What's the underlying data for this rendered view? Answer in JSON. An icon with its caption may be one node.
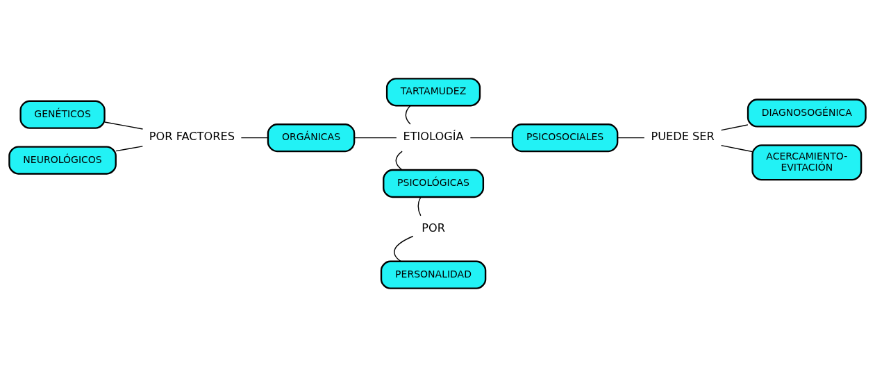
{
  "diagram": {
    "nodes": [
      {
        "text": [
          "TARTAMUDEZ"
        ]
      },
      {
        "text": [
          "GENÉTICOS"
        ]
      },
      {
        "text": [
          "DIAGNOSOGÉNICA"
        ]
      },
      {
        "text": [
          "POR FACTORES"
        ]
      },
      {
        "text": [
          "ORGÁNICAS"
        ]
      },
      {
        "text": [
          "ETIOLOGÍA"
        ]
      },
      {
        "text": [
          "PSICOSOCIALES"
        ]
      },
      {
        "text": [
          "PUEDE SER"
        ]
      },
      {
        "text": [
          "NEUROLÓGICOS"
        ]
      },
      {
        "text": [
          "PSICOLÓGICAS"
        ]
      },
      {
        "text": [
          "ACERCAMIENTO- EVITACIÓN"
        ]
      },
      {
        "text": [
          "POR"
        ]
      },
      {
        "text": [
          "PERSONALIDAD"
        ]
      }
    ],
    "edges": [
      {
        "from": 1,
        "to": 3,
        "arrow": "none"
      },
      {
        "from": 8,
        "to": 3,
        "arrow": "none"
      },
      {
        "from": 3,
        "to": 4,
        "arrow": "none"
      },
      {
        "from": 4,
        "to": 5,
        "arrow": "none"
      },
      {
        "from": 0,
        "to": 5,
        "arrow": "none"
      },
      {
        "from": 5,
        "to": 6,
        "arrow": "none"
      },
      {
        "from": 6,
        "to": 7,
        "arrow": "none"
      },
      {
        "from": 7,
        "to": 2,
        "arrow": "none"
      },
      {
        "from": 7,
        "to": 10,
        "arrow": "none"
      },
      {
        "from": 5,
        "to": 9,
        "arrow": "none"
      },
      {
        "from": 9,
        "to": 11,
        "arrow": "none"
      },
      {
        "from": 11,
        "to": 12,
        "arrow": "none"
      }
    ]
  }
}
